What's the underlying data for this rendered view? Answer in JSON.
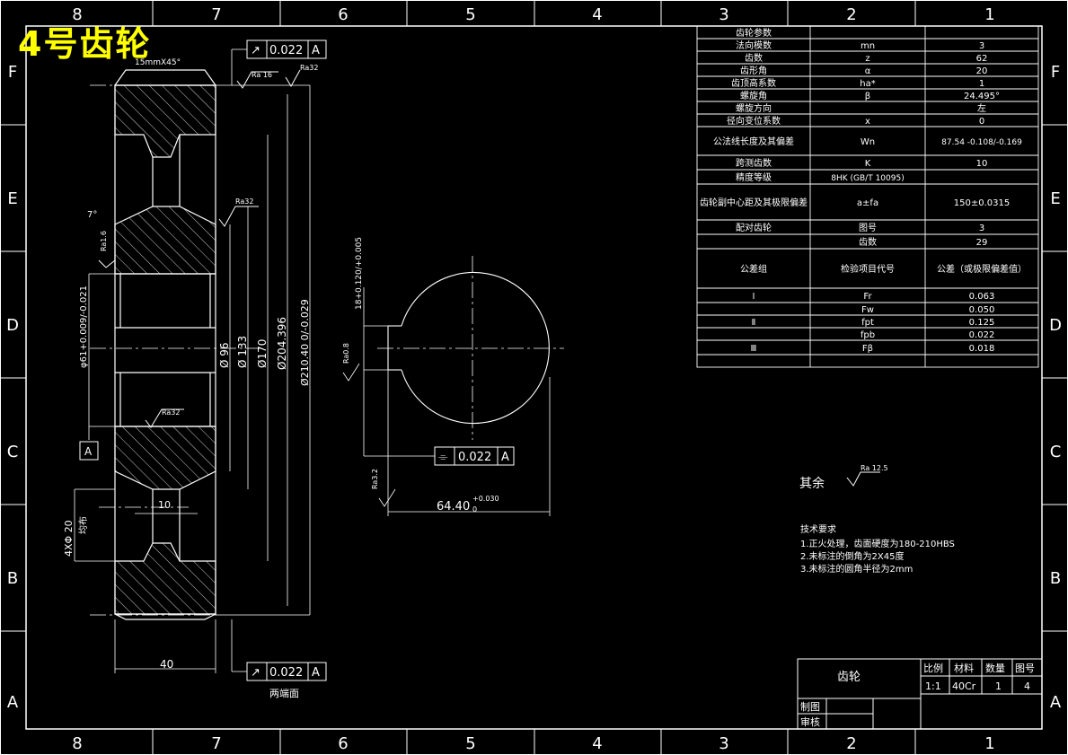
{
  "title": "4号齿轮",
  "border": {
    "top": [
      "8",
      "7",
      "6",
      "5",
      "4",
      "3",
      "2",
      "1"
    ],
    "bottom": [
      "8",
      "7",
      "6",
      "5",
      "4",
      "3",
      "2",
      "1"
    ],
    "left": [
      "F",
      "E",
      "D",
      "C",
      "B",
      "A"
    ],
    "right": [
      "F",
      "E",
      "D",
      "C",
      "B",
      "A"
    ]
  },
  "left_view": {
    "tol_top": {
      "symbol": "↗",
      "value": "0.022",
      "datum": "A"
    },
    "tol_bottom": {
      "symbol": "↗",
      "value": "0.022",
      "datum": "A"
    },
    "chamfer": "15mmX45°",
    "rough_top1": "Ra 16",
    "rough_top2": "Ra32",
    "rough_mid": "Ra32",
    "rough_left": "Ra1.6",
    "rough_bottom": "Ra32",
    "angle": "7°",
    "dims": [
      "φ61+0.009/-0.021",
      "Ø 96",
      "Ø 133",
      "Ø170",
      "Ø204.396",
      "Ø210.40 0/-0.029"
    ],
    "dim_40": "40",
    "dim_10": "10",
    "holes": "4XΦ 20",
    "holes_sub": "均布",
    "datum_a": "A",
    "both_ends": "两端面"
  },
  "mid_view": {
    "dim_18": "18+0.120/+0.005",
    "rough_1": "Ra0.8",
    "rough_2": "Ra3.2",
    "tol": {
      "symbol": "⌯",
      "value": "0.022",
      "datum": "A"
    },
    "dim_64": "64.40",
    "dim_64_sup": "+0.030",
    "dim_64_sub": "0"
  },
  "param_table": {
    "rows": [
      [
        "齿轮参数",
        "",
        ""
      ],
      [
        "法向模数",
        "mn",
        "3"
      ],
      [
        "齿数",
        "z",
        "62"
      ],
      [
        "齿形角",
        "α",
        "20"
      ],
      [
        "齿顶高系数",
        "ha*",
        "1"
      ],
      [
        "螺旋角",
        "β",
        "24.495°"
      ],
      [
        "螺旋方向",
        "",
        "左"
      ],
      [
        "径向变位系数",
        "x",
        "0"
      ],
      [
        "公法线长度及其偏差",
        "Wn",
        "87.54 -0.108/-0.169"
      ],
      [
        "跨测齿数",
        "K",
        "10"
      ],
      [
        "精度等级",
        "8HK (GB/T 10095)",
        ""
      ],
      [
        "齿轮副中心距及其极限偏差",
        "a±fa",
        "150±0.0315"
      ],
      [
        "配对齿轮",
        "图号",
        "3"
      ],
      [
        "",
        "齿数",
        "29"
      ],
      [
        "公差组",
        "检验项目代号",
        "公差（或极限偏差值）"
      ],
      [
        "Ⅰ",
        "Fr",
        "0.063"
      ],
      [
        "",
        "Fw",
        "0.050"
      ],
      [
        "Ⅱ",
        "fpt",
        "0.125"
      ],
      [
        "",
        "fpb",
        "0.022"
      ],
      [
        "Ⅲ",
        "Fβ",
        "0.018"
      ]
    ]
  },
  "remaining_roughness": {
    "label": "其余",
    "value": "Ra 12.5"
  },
  "tech_req": {
    "title": "技术要求",
    "items": [
      "1.正火处理，齿面硬度为180-210HBS",
      "2.未标注的倒角为2X45度",
      "3.未标注的圆角半径为2mm"
    ]
  },
  "title_block": {
    "part": "齿轮",
    "headers": [
      "比例",
      "材料",
      "数量",
      "图号"
    ],
    "values": [
      "1:1",
      "40Cr",
      "1",
      "4"
    ],
    "drawn": "制图",
    "check": "审核"
  }
}
